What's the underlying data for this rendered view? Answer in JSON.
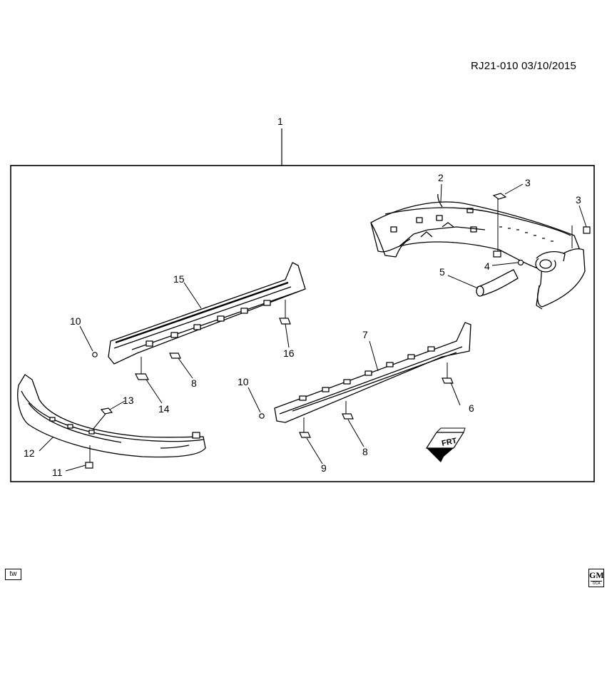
{
  "header": {
    "diagram_code": "RJ21-010  03/10/2015"
  },
  "callouts": {
    "c1": "1",
    "c2": "2",
    "c3a": "3",
    "c3b": "3",
    "c4": "4",
    "c5": "5",
    "c6": "6",
    "c7": "7",
    "c8a": "8",
    "c8b": "8",
    "c9": "9",
    "c10a": "10",
    "c10b": "10",
    "c11": "11",
    "c12": "12",
    "c13": "13",
    "c14": "14",
    "c15": "15",
    "c16": "16"
  },
  "front_indicator": "FRT",
  "footer": {
    "tw_badge": "tw",
    "logo_text": "GM",
    "logo_subtext": "OCA"
  }
}
